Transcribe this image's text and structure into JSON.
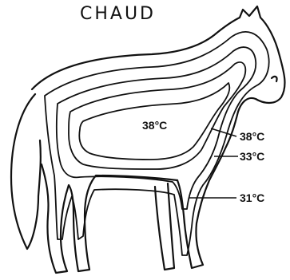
{
  "diagram": {
    "title": "CHAUD",
    "labels": [
      {
        "id": "core",
        "text": "38°C"
      },
      {
        "id": "layer1",
        "text": "38°C"
      },
      {
        "id": "layer2",
        "text": "33°C"
      },
      {
        "id": "layer3",
        "text": "31°C"
      }
    ]
  }
}
